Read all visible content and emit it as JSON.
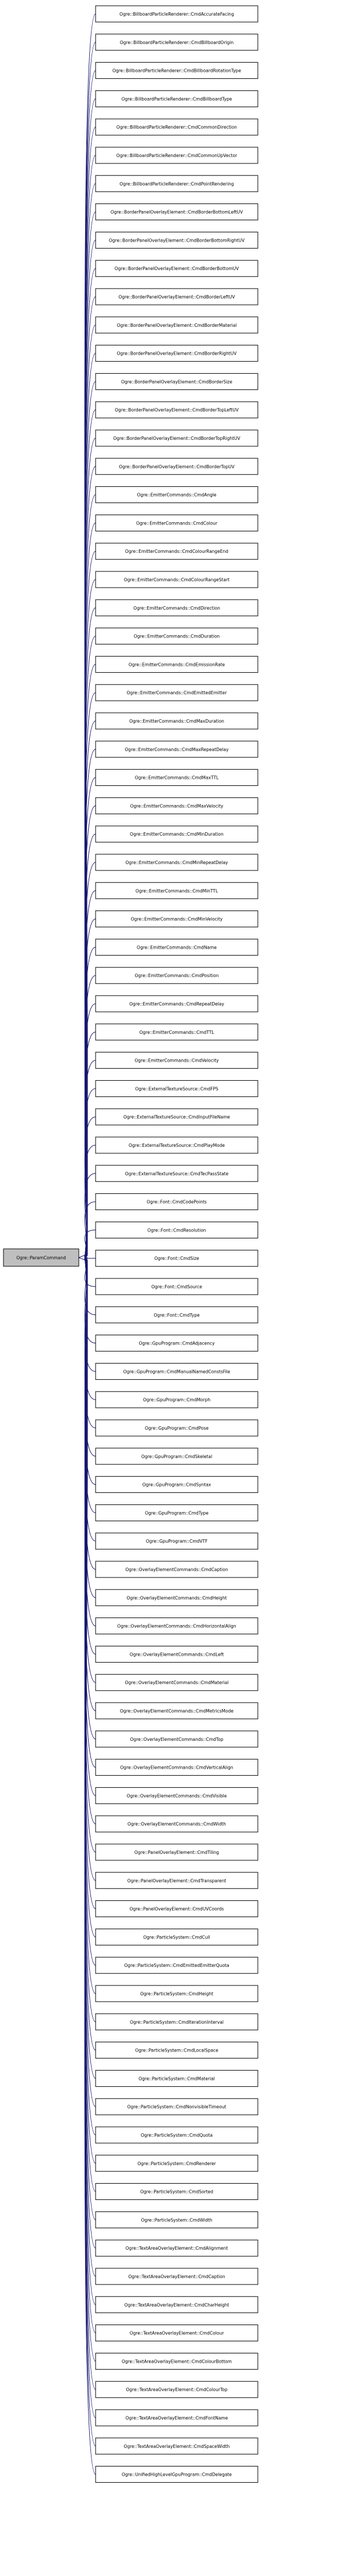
{
  "base_class": "Ogre::ParamCommand",
  "derived_classes": [
    "Ogre::BillboardParticleRenderer::CmdAccurateFacing",
    "Ogre::BillboardParticleRenderer::CmdBillboardOrigin",
    "Ogre::BillboardParticleRenderer::CmdBillboardRotationType",
    "Ogre::BillboardParticleRenderer::CmdBillboardType",
    "Ogre::BillboardParticleRenderer::CmdCommonDirection",
    "Ogre::BillboardParticleRenderer::CmdCommonUpVector",
    "Ogre::BillboardParticleRenderer::CmdPointRendering",
    "Ogre::BorderPanelOverlayElement::CmdBorderBottomLeftUV",
    "Ogre::BorderPanelOverlayElement::CmdBorderBottomRightUV",
    "Ogre::BorderPanelOverlayElement::CmdBorderBottomUV",
    "Ogre::BorderPanelOverlayElement::CmdBorderLeftUV",
    "Ogre::BorderPanelOverlayElement::CmdBorderMaterial",
    "Ogre::BorderPanelOverlayElement::CmdBorderRightUV",
    "Ogre::BorderPanelOverlayElement::CmdBorderSize",
    "Ogre::BorderPanelOverlayElement::CmdBorderTopLeftUV",
    "Ogre::BorderPanelOverlayElement::CmdBorderTopRightUV",
    "Ogre::BorderPanelOverlayElement::CmdBorderTopUV",
    "Ogre::EmitterCommands::CmdAngle",
    "Ogre::EmitterCommands::CmdColour",
    "Ogre::EmitterCommands::CmdColourRangeEnd",
    "Ogre::EmitterCommands::CmdColourRangeStart",
    "Ogre::EmitterCommands::CmdDirection",
    "Ogre::EmitterCommands::CmdDuration",
    "Ogre::EmitterCommands::CmdEmissionRate",
    "Ogre::EmitterCommands::CmdEmittedEmitter",
    "Ogre::EmitterCommands::CmdMaxDuration",
    "Ogre::EmitterCommands::CmdMaxRepeatDelay",
    "Ogre::EmitterCommands::CmdMaxTTL",
    "Ogre::EmitterCommands::CmdMaxVelocity",
    "Ogre::EmitterCommands::CmdMinDuration",
    "Ogre::EmitterCommands::CmdMinRepeatDelay",
    "Ogre::EmitterCommands::CmdMinTTL",
    "Ogre::EmitterCommands::CmdMinVelocity",
    "Ogre::EmitterCommands::CmdName",
    "Ogre::EmitterCommands::CmdPosition",
    "Ogre::EmitterCommands::CmdRepeatDelay",
    "Ogre::EmitterCommands::CmdTTL",
    "Ogre::EmitterCommands::CmdVelocity",
    "Ogre::ExternalTextureSource::CmdFPS",
    "Ogre::ExternalTextureSource::CmdInputFileName",
    "Ogre::ExternalTextureSource::CmdPlayMode",
    "Ogre::ExternalTextureSource::CmdTecPassState",
    "Ogre::Font::CmdCodePoints",
    "Ogre::Font::CmdResolution",
    "Ogre::Font::CmdSize",
    "Ogre::Font::CmdSource",
    "Ogre::Font::CmdType",
    "Ogre::GpuProgram::CmdAdjacency",
    "Ogre::GpuProgram::CmdManualNamedConstsFile",
    "Ogre::GpuProgram::CmdMorph",
    "Ogre::GpuProgram::CmdPose",
    "Ogre::GpuProgram::CmdSkeletal",
    "Ogre::GpuProgram::CmdSyntax",
    "Ogre::GpuProgram::CmdType",
    "Ogre::GpuProgram::CmdVTF",
    "Ogre::OverlayElementCommands::CmdCaption",
    "Ogre::OverlayElementCommands::CmdHeight",
    "Ogre::OverlayElementCommands::CmdHorizontalAlign",
    "Ogre::OverlayElementCommands::CmdLeft",
    "Ogre::OverlayElementCommands::CmdMaterial",
    "Ogre::OverlayElementCommands::CmdMetricsMode",
    "Ogre::OverlayElementCommands::CmdTop",
    "Ogre::OverlayElementCommands::CmdVerticalAlign",
    "Ogre::OverlayElementCommands::CmdVisible",
    "Ogre::OverlayElementCommands::CmdWidth",
    "Ogre::PanelOverlayElement::CmdTiling",
    "Ogre::PanelOverlayElement::CmdTransparent",
    "Ogre::PanelOverlayElement::CmdUVCoords",
    "Ogre::ParticleSystem::CmdCull",
    "Ogre::ParticleSystem::CmdEmittedEmitterQuota",
    "Ogre::ParticleSystem::CmdHeight",
    "Ogre::ParticleSystem::CmdIterationInterval",
    "Ogre::ParticleSystem::CmdLocalSpace",
    "Ogre::ParticleSystem::CmdMaterial",
    "Ogre::ParticleSystem::CmdNonvisibleTimeout",
    "Ogre::ParticleSystem::CmdQuota",
    "Ogre::ParticleSystem::CmdRenderer",
    "Ogre::ParticleSystem::CmdSorted",
    "Ogre::ParticleSystem::CmdWidth",
    "Ogre::TextAreaOverlayElement::CmdAlignment",
    "Ogre::TextAreaOverlayElement::CmdCaption",
    "Ogre::TextAreaOverlayElement::CmdCharHeight",
    "Ogre::TextAreaOverlayElement::CmdColour",
    "Ogre::TextAreaOverlayElement::CmdColourBottom",
    "Ogre::TextAreaOverlayElement::CmdColourTop",
    "Ogre::TextAreaOverlayElement::CmdFontName",
    "Ogre::TextAreaOverlayElement::CmdSpaceWidth",
    "Ogre::UnifiedHighLevelGpuProgram::CmdDelegate"
  ],
  "colors": {
    "edge": "#191970",
    "node_border": "#000000",
    "base_fill": "#bfbfbf",
    "node_fill": "#ffffff",
    "text": "#000000"
  }
}
